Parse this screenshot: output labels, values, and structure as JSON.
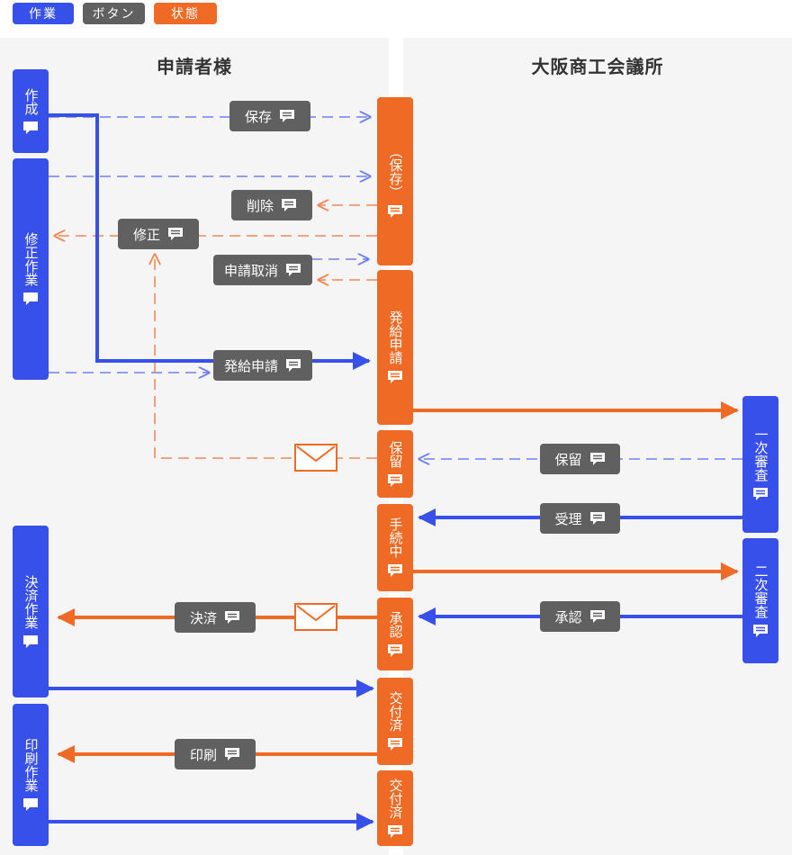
{
  "legend": {
    "task": "作業",
    "button": "ボタン",
    "state": "状態"
  },
  "lanes": {
    "applicant": "申請者様",
    "chamber": "大阪商工会議所"
  },
  "applicant_tasks": {
    "create": "作成",
    "revise": "修正作業",
    "settle": "決済作業",
    "print": "印刷作業"
  },
  "states": {
    "saved": "（保存）",
    "issue_request": "発給申請",
    "hold": "保留",
    "in_process": "手続中",
    "approved": "承認",
    "issued_1": "交付済",
    "issued_2": "交付済"
  },
  "chamber_tasks": {
    "first_review": "一次審査",
    "second_review": "二次審査"
  },
  "buttons": {
    "save": "保存",
    "delete": "削除",
    "revise": "修正",
    "cancel_request": "申請取消",
    "issue_request": "発給申請",
    "hold": "保留",
    "accept": "受理",
    "approve": "承認",
    "settle": "決済",
    "print": "印刷"
  },
  "colors": {
    "task": "#3850ea",
    "button": "#606060",
    "state": "#ef6a25",
    "task_dashed": "#6f80ee",
    "state_dashed": "#f08a55"
  },
  "icons": {
    "comment": "comment-icon",
    "mail": "mail-icon"
  }
}
